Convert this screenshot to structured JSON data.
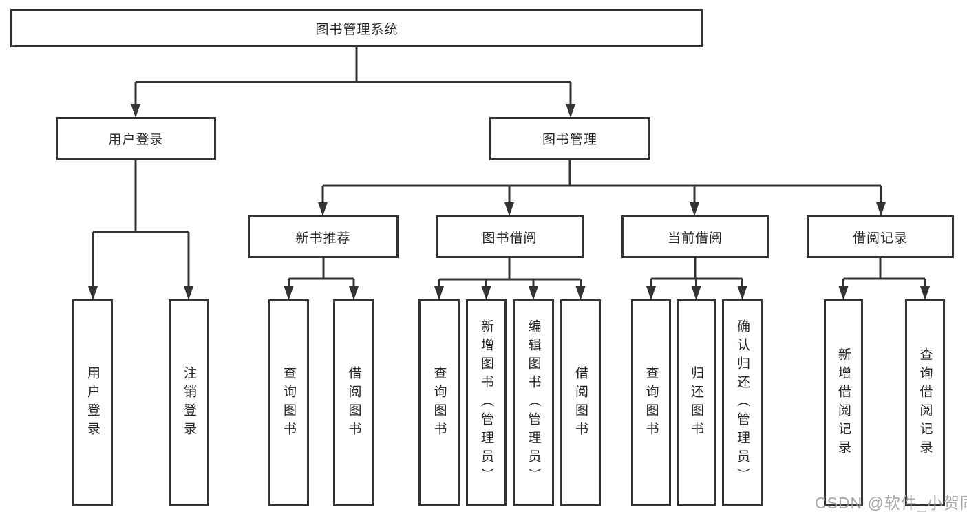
{
  "diagram": {
    "root": {
      "label": "图书管理系统"
    },
    "branches": [
      {
        "label": "用户登录",
        "leaves": [
          "用户登录",
          "注销登录"
        ]
      },
      {
        "label": "图书管理",
        "children": [
          {
            "label": "新书推荐",
            "leaves": [
              "查询图书",
              "借阅图书"
            ]
          },
          {
            "label": "图书借阅",
            "leaves": [
              "查询图书",
              "新增图书（管理员）",
              "编辑图书（管理员）",
              "借阅图书"
            ]
          },
          {
            "label": "当前借阅",
            "leaves": [
              "查询图书",
              "归还图书",
              "确认归还（管理员）"
            ]
          },
          {
            "label": "借阅记录",
            "leaves": [
              "新增借阅记录",
              "查询借阅记录"
            ]
          }
        ]
      }
    ]
  },
  "watermark": "CSDN @软件_小贺同学",
  "colors": {
    "line": "#333333",
    "box_border": "#333333",
    "box_fill": "#ffffff",
    "text": "#262626",
    "watermark": "#9e9e9e"
  }
}
